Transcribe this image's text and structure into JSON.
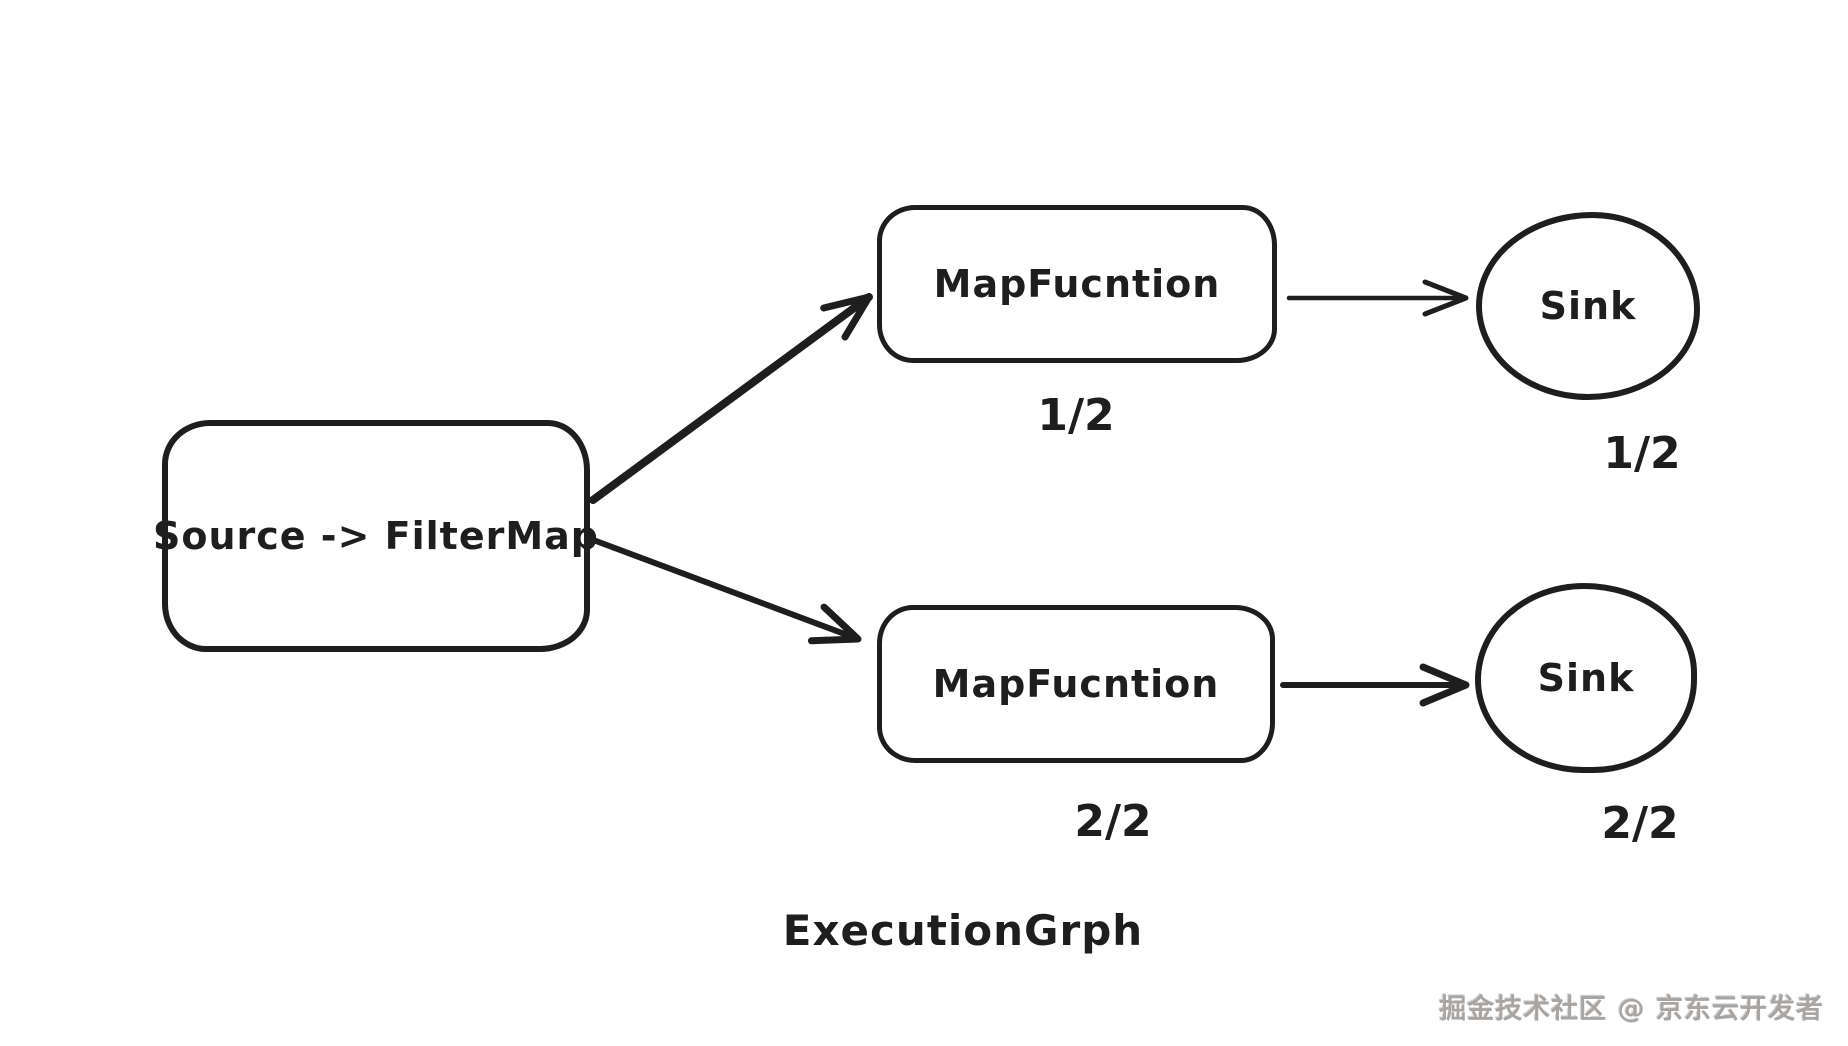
{
  "diagram": {
    "caption": "ExecutionGrph",
    "stroke_color": "#1e1e1e",
    "nodes": {
      "source": {
        "label": "Source -> FilterMap"
      },
      "map_top": {
        "label": "MapFucntion",
        "parallelism": "1/2"
      },
      "map_bottom": {
        "label": "MapFucntion",
        "parallelism": "2/2"
      },
      "sink_top": {
        "label": "Sink",
        "parallelism": "1/2"
      },
      "sink_bottom": {
        "label": "Sink",
        "parallelism": "2/2"
      }
    },
    "edges": [
      {
        "from": "source",
        "to": "map_top"
      },
      {
        "from": "source",
        "to": "map_bottom"
      },
      {
        "from": "map_top",
        "to": "sink_top"
      },
      {
        "from": "map_bottom",
        "to": "sink_bottom"
      }
    ]
  },
  "watermark": {
    "text": "掘金技术社区 @ 京东云开发者"
  }
}
